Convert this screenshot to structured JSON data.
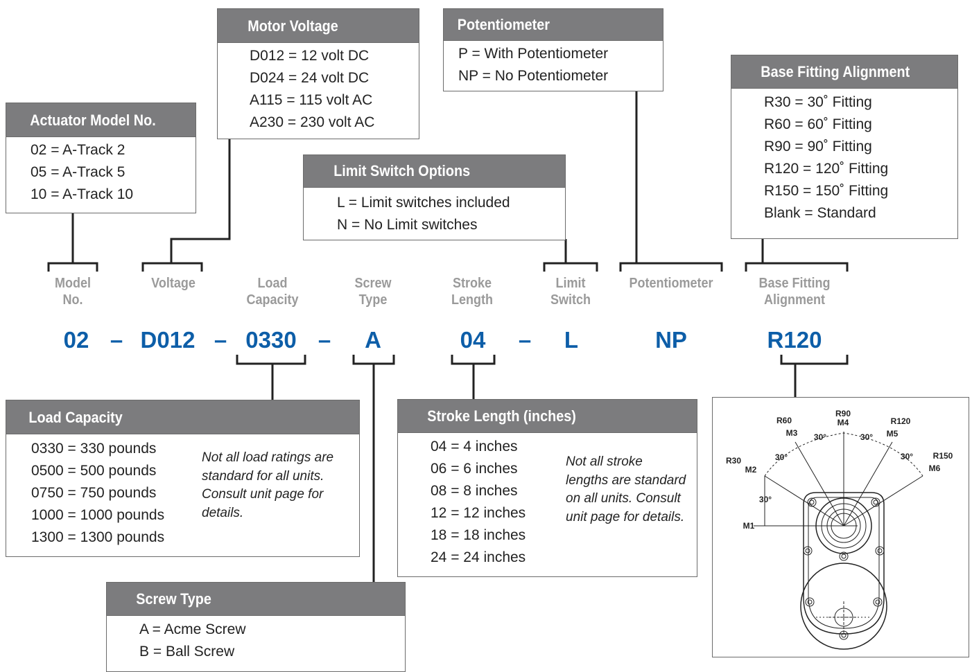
{
  "boxes": {
    "actuator": {
      "title": "Actuator Model No.",
      "items": [
        "02 = A-Track 2",
        "05 = A-Track 5",
        "10 = A-Track 10"
      ]
    },
    "voltage": {
      "title": "Motor Voltage",
      "items": [
        "D012 = 12 volt DC",
        "D024 = 24 volt DC",
        "A115 = 115 volt AC",
        "A230 = 230 volt AC"
      ]
    },
    "potentiometer": {
      "title": "Potentiometer",
      "items": [
        "P = With Potentiometer",
        "NP = No Potentiometer"
      ]
    },
    "limit": {
      "title": "Limit Switch Options",
      "items": [
        "L = Limit switches included",
        "N = No Limit switches"
      ]
    },
    "base": {
      "title": "Base Fitting Alignment",
      "items": [
        "R30 = 30˚ Fitting",
        "R60 = 60˚ Fitting",
        "R90 = 90˚ Fitting",
        "R120 = 120˚ Fitting",
        "R150 = 150˚ Fitting",
        "Blank = Standard"
      ]
    },
    "load": {
      "title": "Load Capacity",
      "items": [
        "0330 = 330 pounds",
        "0500 = 500 pounds",
        "0750 = 750 pounds",
        "1000 = 1000 pounds",
        "1300 = 1300 pounds"
      ],
      "note": "Not all load ratings are standard for all units. Consult unit page for details."
    },
    "stroke": {
      "title": "Stroke Length (inches)",
      "items": [
        "04 = 4 inches",
        "06 = 6 inches",
        "08 = 8 inches",
        "12 = 12 inches",
        "18 = 18 inches",
        "24 = 24 inches"
      ],
      "note": "Not all stroke lengths are standard on all units. Consult unit page for details."
    },
    "screw": {
      "title": "Screw Type",
      "items": [
        "A = Acme Screw",
        "B = Ball Screw"
      ]
    }
  },
  "labels": {
    "model": [
      "Model",
      "No."
    ],
    "voltage": [
      "Voltage"
    ],
    "load": [
      "Load",
      "Capacity"
    ],
    "screw": [
      "Screw",
      "Type"
    ],
    "stroke": [
      "Stroke",
      "Length"
    ],
    "limit": [
      "Limit",
      "Switch"
    ],
    "potentiometer": [
      "Potentiometer"
    ],
    "base": [
      "Base Fitting",
      "Alignment"
    ]
  },
  "code": {
    "model": "02",
    "dash1": "–",
    "voltage": "D012",
    "dash2": "–",
    "load": "0330",
    "dash3": "–",
    "screw": "A",
    "stroke": "04",
    "dash4": "–",
    "limit": "L",
    "potentiometer": "NP",
    "base": "R120"
  },
  "drawing": {
    "labels": {
      "r90": "R90",
      "m4": "M4",
      "r60": "R60",
      "m3": "M3",
      "r120": "R120",
      "m5": "M5",
      "r30": "R30",
      "m2": "M2",
      "r150": "R150",
      "m6": "M6",
      "m1": "M1",
      "a1": "30°",
      "a2": "30°",
      "a3": "30°",
      "a4": "30°",
      "a5": "30°"
    }
  }
}
